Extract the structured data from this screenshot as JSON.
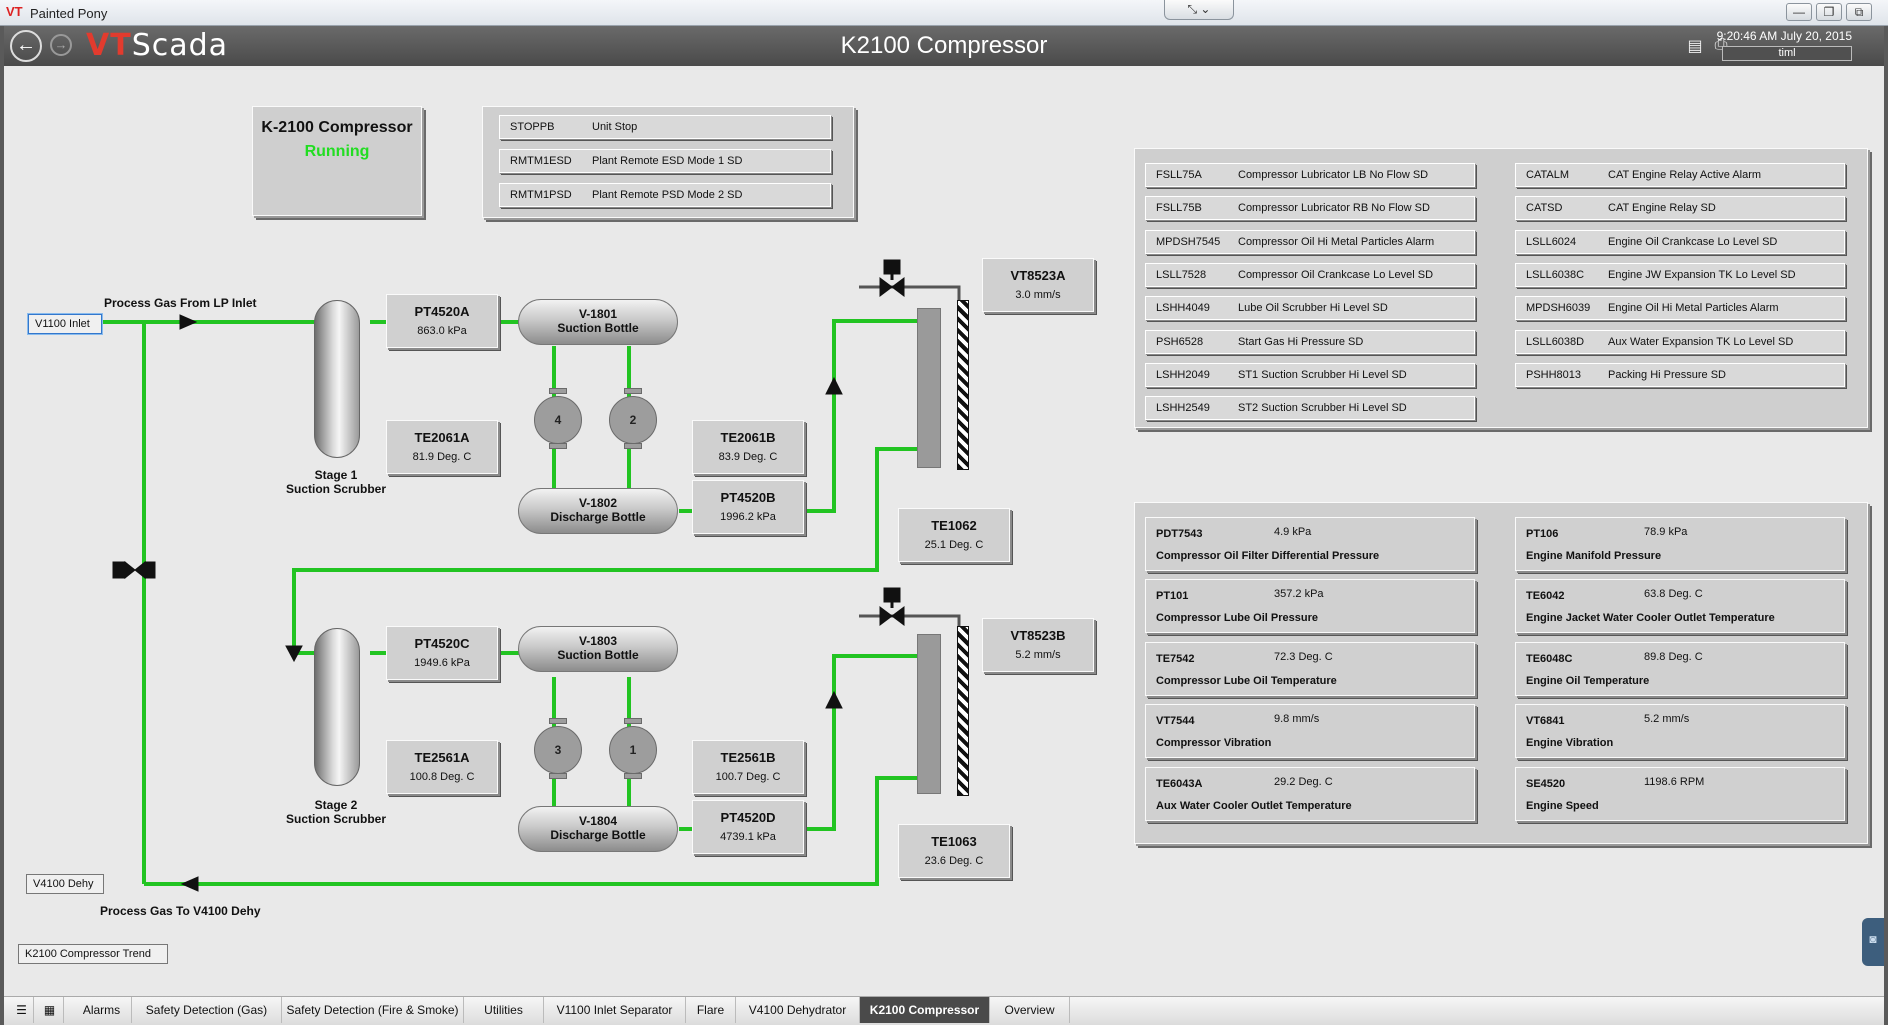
{
  "window": {
    "logo": "VT",
    "title": "Painted Pony"
  },
  "header": {
    "brand_prefix": "VT",
    "brand_suffix": "Scada",
    "title": "K2100 Compressor",
    "time": "9:20:46 AM  July 20, 2015",
    "user": "timl"
  },
  "status_panel": {
    "title": "K-2100 Compressor",
    "status": "Running",
    "status_color": "#22dd22"
  },
  "stop_buttons": [
    {
      "tag": "STOPPB",
      "desc": "Unit Stop"
    },
    {
      "tag": "RMTM1ESD",
      "desc": "Plant Remote ESD Mode 1 SD"
    },
    {
      "tag": "RMTM1PSD",
      "desc": "Plant Remote PSD Mode 2 SD"
    }
  ],
  "shutdowns_left": [
    {
      "tag": "FSLL75A",
      "desc": "Compressor Lubricator LB No Flow SD"
    },
    {
      "tag": "FSLL75B",
      "desc": "Compressor Lubricator RB No Flow SD"
    },
    {
      "tag": "MPDSH7545",
      "desc": "Compressor Oil Hi Metal Particles Alarm"
    },
    {
      "tag": "LSLL7528",
      "desc": "Compressor Oil Crankcase Lo Level SD"
    },
    {
      "tag": "LSHH4049",
      "desc": "Lube Oil Scrubber Hi Level SD"
    },
    {
      "tag": "PSH6528",
      "desc": "Start Gas Hi Pressure SD"
    },
    {
      "tag": "LSHH2049",
      "desc": "ST1 Suction Scrubber Hi Level SD"
    },
    {
      "tag": "LSHH2549",
      "desc": "ST2 Suction Scrubber Hi Level SD"
    }
  ],
  "shutdowns_right": [
    {
      "tag": "CATALM",
      "desc": "CAT Engine Relay Active Alarm"
    },
    {
      "tag": "CATSD",
      "desc": "CAT Engine Relay SD"
    },
    {
      "tag": "LSLL6024",
      "desc": "Engine Oil Crankcase Lo Level SD"
    },
    {
      "tag": "LSLL6038C",
      "desc": "Engine JW Expansion TK Lo Level SD"
    },
    {
      "tag": "MPDSH6039",
      "desc": "Engine Oil Hi Metal Particles Alarm"
    },
    {
      "tag": "LSLL6038D",
      "desc": "Aux Water Expansion TK Lo Level SD"
    },
    {
      "tag": "PSHH8013",
      "desc": "Packing Hi Pressure SD"
    }
  ],
  "analog_left": [
    {
      "tag": "PDT7543",
      "value": "4.9 kPa",
      "desc": "Compressor Oil Filter Differential Pressure"
    },
    {
      "tag": "PT101",
      "value": "357.2 kPa",
      "desc": "Compressor Lube Oil Pressure"
    },
    {
      "tag": "TE7542",
      "value": "72.3 Deg. C",
      "desc": "Compressor Lube Oil Temperature"
    },
    {
      "tag": "VT7544",
      "value": "9.8 mm/s",
      "desc": "Compressor Vibration"
    },
    {
      "tag": "TE6043A",
      "value": "29.2 Deg. C",
      "desc": "Aux Water Cooler Outlet Temperature"
    }
  ],
  "analog_right": [
    {
      "tag": "PT106",
      "value": "78.9 kPa",
      "desc": "Engine Manifold Pressure"
    },
    {
      "tag": "TE6042",
      "value": "63.8 Deg. C",
      "desc": "Engine Jacket Water Cooler Outlet Temperature"
    },
    {
      "tag": "TE6048C",
      "value": "89.8 Deg. C",
      "desc": "Engine Oil Temperature"
    },
    {
      "tag": "VT6841",
      "value": "5.2 mm/s",
      "desc": "Engine Vibration"
    },
    {
      "tag": "SE4520",
      "value": "1198.6 RPM",
      "desc": "Engine Speed"
    }
  ],
  "process": {
    "inlet_btn": "V1100 Inlet",
    "inlet_label": "Process Gas From LP Inlet",
    "outlet_btn": "V4100 Dehy",
    "outlet_label": "Process Gas To V4100 Dehy",
    "trend_btn": "K2100 Compressor Trend",
    "stage1_label": "Stage 1",
    "stage2_label": "Stage 2",
    "scrubber_label": "Suction Scrubber",
    "v1801": {
      "name": "V-1801",
      "sub": "Suction Bottle"
    },
    "v1802": {
      "name": "V-1802",
      "sub": "Discharge Bottle"
    },
    "v1803": {
      "name": "V-1803",
      "sub": "Suction Bottle"
    },
    "v1804": {
      "name": "V-1804",
      "sub": "Discharge Bottle"
    },
    "cylinders": [
      "4",
      "2",
      "3",
      "1"
    ],
    "pipe_color": "#22c422",
    "tags": {
      "PT4520A": {
        "t": "PT4520A",
        "v": "863.0 kPa"
      },
      "TE2061A": {
        "t": "TE2061A",
        "v": "81.9 Deg. C"
      },
      "TE2061B": {
        "t": "TE2061B",
        "v": "83.9 Deg. C"
      },
      "PT4520B": {
        "t": "PT4520B",
        "v": "1996.2 kPa"
      },
      "VT8523A": {
        "t": "VT8523A",
        "v": "3.0 mm/s"
      },
      "TE1062": {
        "t": "TE1062",
        "v": "25.1 Deg. C"
      },
      "PT4520C": {
        "t": "PT4520C",
        "v": "1949.6 kPa"
      },
      "TE2561A": {
        "t": "TE2561A",
        "v": "100.8 Deg. C"
      },
      "TE2561B": {
        "t": "TE2561B",
        "v": "100.7 Deg. C"
      },
      "PT4520D": {
        "t": "PT4520D",
        "v": "4739.1 kPa"
      },
      "VT8523B": {
        "t": "VT8523B",
        "v": "5.2 mm/s"
      },
      "TE1063": {
        "t": "TE1063",
        "v": "23.6 Deg. C"
      }
    }
  },
  "tabs": [
    "Alarms",
    "Safety Detection (Gas)",
    "Safety Detection (Fire & Smoke)",
    "Utilities",
    "V1100 Inlet Separator",
    "Flare",
    "V4100 Dehydrator",
    "K2100 Compressor",
    "Overview"
  ],
  "active_tab": "K2100 Compressor"
}
